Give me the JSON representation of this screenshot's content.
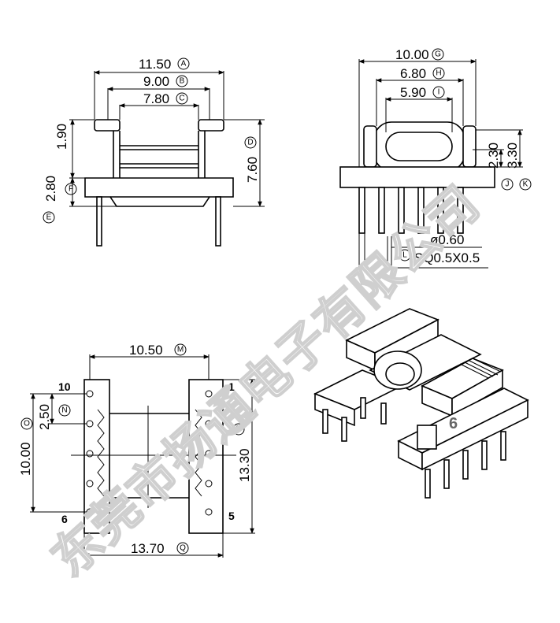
{
  "drawing": {
    "side_view": {
      "dims": [
        {
          "value": "11.50",
          "ref": "A"
        },
        {
          "value": "9.00",
          "ref": "B"
        },
        {
          "value": "7.80",
          "ref": "C"
        },
        {
          "value": "7.60",
          "ref": "D"
        },
        {
          "value": "1.90",
          "ref": ""
        },
        {
          "value": "2.80",
          "ref": "F"
        },
        {
          "value": "",
          "ref": "E"
        }
      ]
    },
    "end_view": {
      "dims": [
        {
          "value": "10.00",
          "ref": "G"
        },
        {
          "value": "6.80",
          "ref": "H"
        },
        {
          "value": "5.90",
          "ref": "I"
        },
        {
          "value": "2.30",
          "ref": "J"
        },
        {
          "value": "3.30",
          "ref": "K"
        },
        {
          "value": "ø0.60",
          "ref": ""
        },
        {
          "value": "SQ0.5X0.5",
          "ref": "L"
        }
      ]
    },
    "bottom_view": {
      "dims": [
        {
          "value": "10.50",
          "ref": "M"
        },
        {
          "value": "2.50",
          "ref": "N"
        },
        {
          "value": "10.00",
          "ref": "O"
        },
        {
          "value": "13.30",
          "ref": "P"
        },
        {
          "value": "13.70",
          "ref": "Q"
        }
      ],
      "pin_labels": {
        "p10": "10",
        "p1": "1",
        "p6": "6",
        "p5": "5"
      }
    },
    "iso_view": {
      "label": "6"
    }
  },
  "watermark": "东莞市扬通电子有限公司"
}
